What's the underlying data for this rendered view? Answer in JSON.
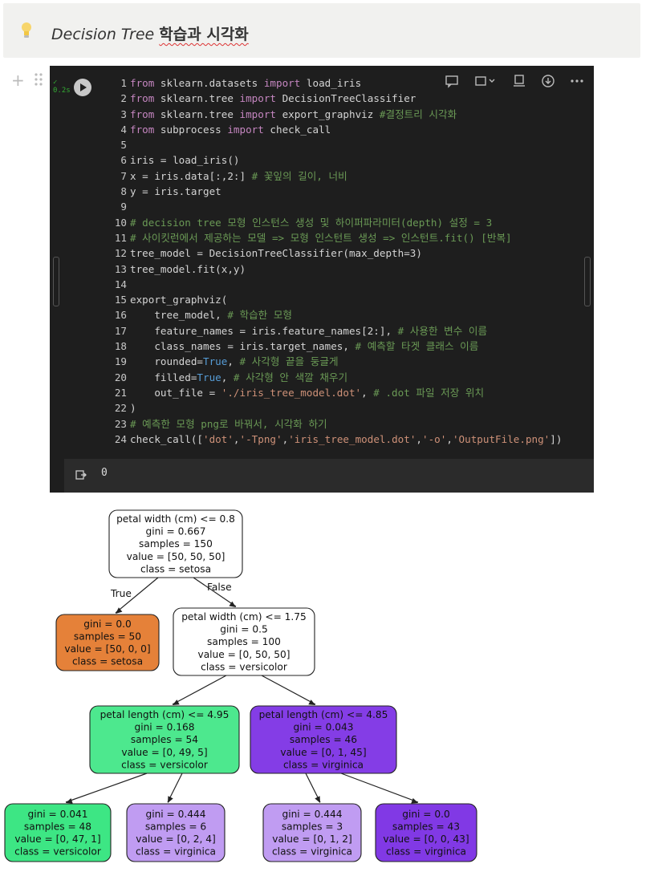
{
  "header": {
    "title_en": "Decision Tree ",
    "title_ko": "학습과 시각화"
  },
  "gutter": {
    "status_text": "0.2s"
  },
  "code_lines": [
    "from sklearn.datasets import load_iris",
    "from sklearn.tree import DecisionTreeClassifier",
    "from sklearn.tree import export_graphviz #결정트리 시각화",
    "from subprocess import check_call",
    "",
    "iris = load_iris()",
    "x = iris.data[:,2:] # 꽃잎의 길이, 너비",
    "y = iris.target",
    "",
    "# decision tree 모형 인스턴스 생성 및 하이퍼파라미터(depth) 설정 = 3",
    "# 사이킷런에서 제공하는 모델 => 모형 인스턴트 생성 => 인스턴트.fit() [반복]",
    "tree_model = DecisionTreeClassifier(max_depth=3)",
    "tree_model.fit(x,y)",
    "",
    "export_graphviz(",
    "    tree_model, # 학습한 모형",
    "    feature_names = iris.feature_names[2:], # 사용한 변수 이름",
    "    class_names = iris.target_names, # 예측할 타겟 클래스 이름",
    "    rounded=True, # 사각형 끝을 둥글게",
    "    filled=True, # 사각형 안 색깔 채우기",
    "    out_file = './iris_tree_model.dot', # .dot 파일 저장 위치",
    ")",
    "# 예측한 모형 png로 바꿔서, 시각화 하기",
    "check_call(['dot','-Tpng','iris_tree_model.dot','-o','OutputFile.png'])"
  ],
  "output": {
    "value": "0"
  },
  "tree": {
    "edge_true": "True",
    "edge_false": "False",
    "nodes": [
      {
        "id": "root",
        "fill": "#ffffff",
        "lines": [
          "petal width (cm) <= 0.8",
          "gini = 0.667",
          "samples = 150",
          "value = [50, 50, 50]",
          "class = setosa"
        ]
      },
      {
        "id": "setosa-leaf",
        "fill": "#e58139",
        "lines": [
          "gini = 0.0",
          "samples = 50",
          "value = [50, 0, 0]",
          "class = setosa"
        ]
      },
      {
        "id": "width-1-75",
        "fill": "#ffffff",
        "lines": [
          "petal width (cm) <= 1.75",
          "gini = 0.5",
          "samples = 100",
          "value = [0, 50, 50]",
          "class = versicolor"
        ]
      },
      {
        "id": "length-4-95",
        "fill": "#4de88e",
        "lines": [
          "petal length (cm) <= 4.95",
          "gini = 0.168",
          "samples = 54",
          "value = [0, 49, 5]",
          "class = versicolor"
        ]
      },
      {
        "id": "length-4-85",
        "fill": "#843de6",
        "lines": [
          "petal length (cm) <= 4.85",
          "gini = 0.043",
          "samples = 46",
          "value = [0, 1, 45]",
          "class = virginica"
        ]
      },
      {
        "id": "leaf-48",
        "fill": "#3de684",
        "lines": [
          "gini = 0.041",
          "samples = 48",
          "value = [0, 47, 1]",
          "class = versicolor"
        ]
      },
      {
        "id": "leaf-6",
        "fill": "#c09cf2",
        "lines": [
          "gini = 0.444",
          "samples = 6",
          "value = [0, 2, 4]",
          "class = virginica"
        ]
      },
      {
        "id": "leaf-3",
        "fill": "#c09cf2",
        "lines": [
          "gini = 0.444",
          "samples = 3",
          "value = [0, 1, 2]",
          "class = virginica"
        ]
      },
      {
        "id": "leaf-43",
        "fill": "#8139e5",
        "lines": [
          "gini = 0.0",
          "samples = 43",
          "value = [0, 0, 43]",
          "class = virginica"
        ]
      }
    ]
  }
}
